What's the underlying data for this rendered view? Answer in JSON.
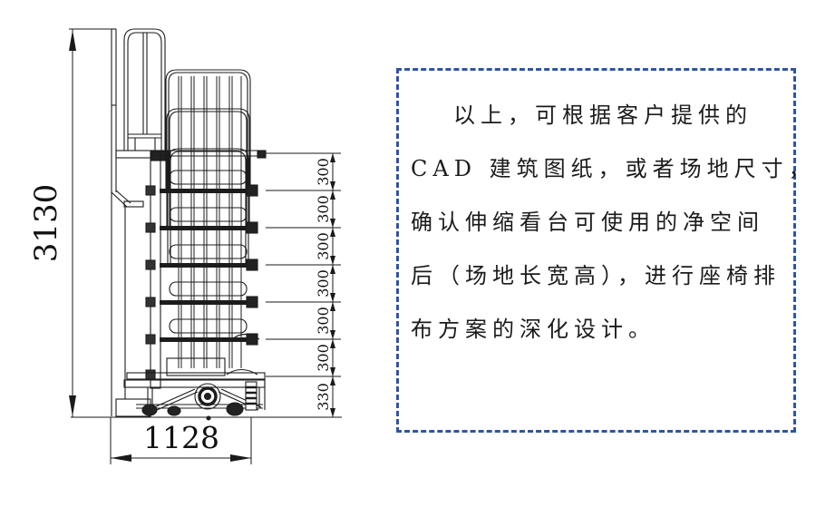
{
  "drawing": {
    "overall_height": "3130",
    "overall_depth": "1128",
    "row_heights": [
      "300",
      "300",
      "300",
      "300",
      "300",
      "300",
      "330"
    ]
  },
  "note": {
    "border_color": "#2e55a5",
    "lines": [
      "以上，可根据客户提供的",
      "CAD 建筑图纸，或者场地尺寸，",
      "确认伸缩看台可使用的净空间",
      "后（场地长宽高），进行座椅排",
      "布方案的深化设计。"
    ]
  },
  "colors": {
    "line": "#1c1c1c",
    "dim": "#1a1a1a"
  }
}
